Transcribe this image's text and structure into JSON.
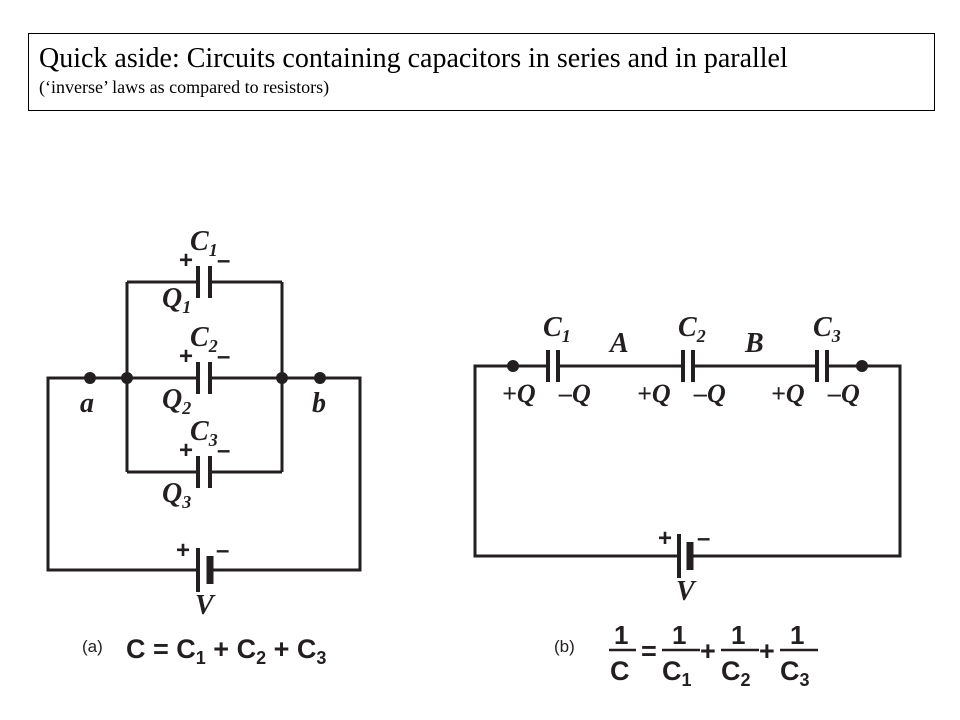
{
  "header": {
    "title": "Quick aside:  Circuits containing capacitors in series and in parallel",
    "subtitle": "(‘inverse’ laws as compared to resistors)"
  },
  "circuit_a": {
    "caption": "(a)",
    "capacitors": [
      {
        "name": "C",
        "sub": "1",
        "charge": "Q",
        "charge_sub": "1"
      },
      {
        "name": "C",
        "sub": "2",
        "charge": "Q",
        "charge_sub": "2"
      },
      {
        "name": "C",
        "sub": "3",
        "charge": "Q",
        "charge_sub": "3"
      }
    ],
    "node_a": "a",
    "node_b": "b",
    "plus": "+",
    "minus": "–",
    "battery": "V",
    "equation": {
      "lhs": "C",
      "eq": " = ",
      "t1": "C",
      "t1_sub": "1",
      "op1": " + ",
      "t2": "C",
      "t2_sub": "2",
      "op2": " + ",
      "t3": "C",
      "t3_sub": "3"
    }
  },
  "circuit_b": {
    "caption": "(b)",
    "capacitors": [
      {
        "name": "C",
        "sub": "1"
      },
      {
        "name": "C",
        "sub": "2"
      },
      {
        "name": "C",
        "sub": "3"
      }
    ],
    "node_A": "A",
    "node_B": "B",
    "plus_charge": "+Q",
    "minus_charge": "–Q",
    "plus": "+",
    "minus": "–",
    "battery": "V",
    "equation": {
      "one": "1",
      "lhs": "C",
      "eq": "=",
      "t1": "C",
      "t1_sub": "1",
      "op": "+",
      "t2": "C",
      "t2_sub": "2",
      "t3": "C",
      "t3_sub": "3"
    }
  }
}
